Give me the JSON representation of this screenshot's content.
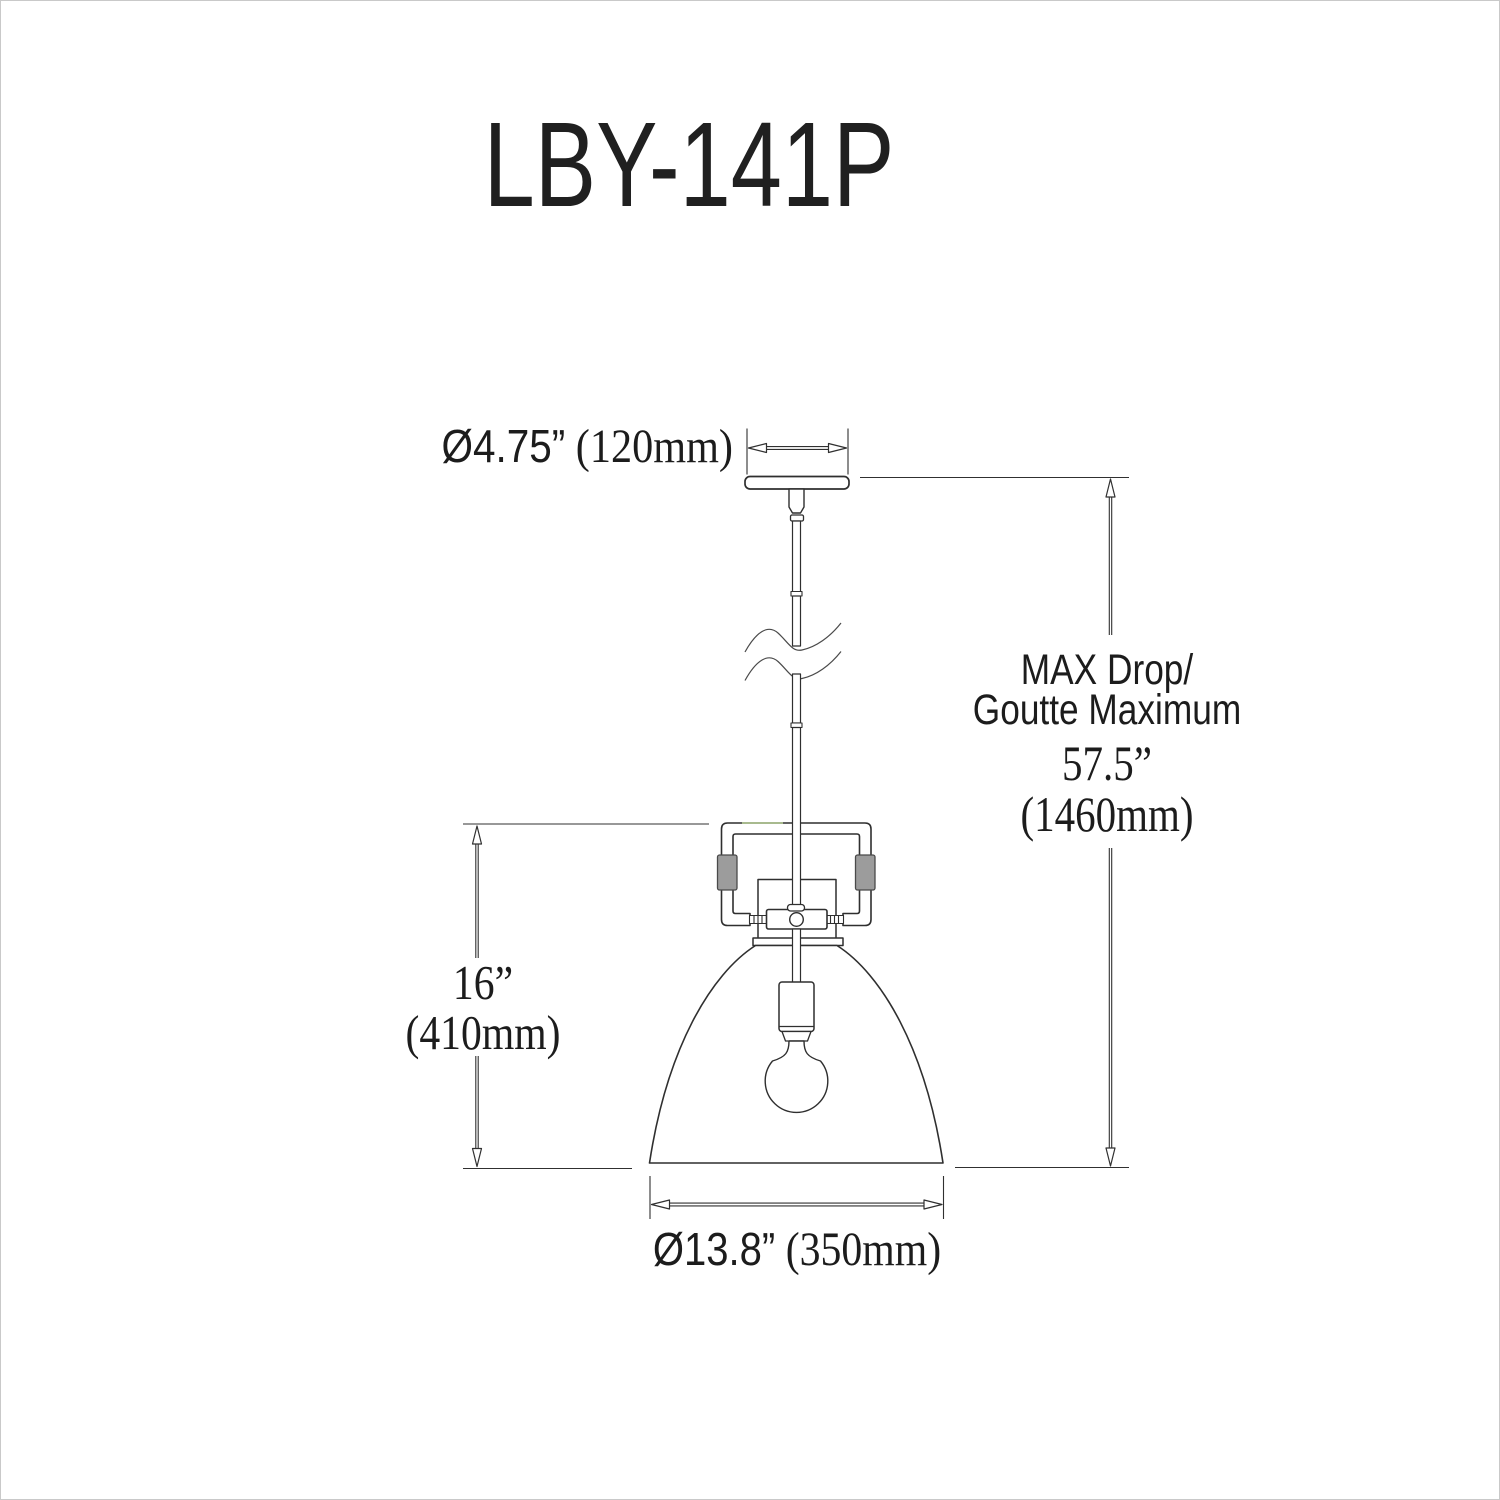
{
  "title": "LBY-141P",
  "dims": {
    "canopy": {
      "value": "Ø4.75”",
      "metric": " (120mm)"
    },
    "max_drop": {
      "line1": "MAX Drop/",
      "line2": "Goutte Maximum",
      "value": "57.5”",
      "metric": "(1460mm)"
    },
    "height": {
      "value": "16”",
      "metric": "(410mm)"
    },
    "diameter": {
      "value": "Ø13.8”",
      "metric": " (350mm)"
    }
  },
  "colors": {
    "line": "#2f2f2f",
    "text": "#1c1c1c",
    "pad_fill": "#9c9c9c",
    "background": "#ffffff",
    "border": "#c9c9c9"
  },
  "icons": {
    "diagram": "pendant-light-line-drawing",
    "arrows": "hollow-cad-dimension-arrows",
    "break_symbol": "s-curve-break-lines"
  }
}
